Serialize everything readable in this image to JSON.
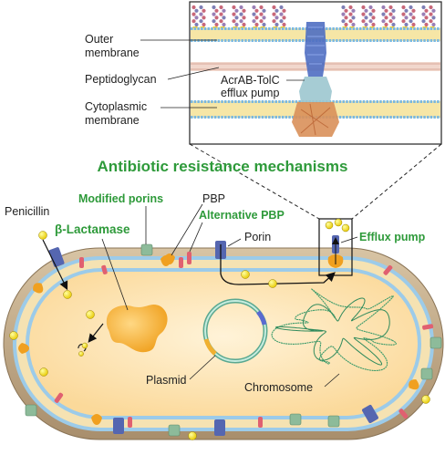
{
  "title": "Antibiotic resistance mechanisms",
  "inset": {
    "labels": {
      "outer_membrane": [
        "Outer",
        "membrane"
      ],
      "peptidoglycan": "Peptidoglycan",
      "cytoplasmic_membrane": [
        "Cytoplasmic",
        "membrane"
      ],
      "pump": [
        "AcrAB-TolC",
        "efflux pump"
      ]
    }
  },
  "cell": {
    "labels": {
      "penicillin": "Penicillin",
      "pbp": "PBP",
      "porin": "Porin",
      "plasmid": "Plasmid",
      "chromosome": "Chromosome"
    },
    "mechanisms": {
      "modified_porins": "Modified porins",
      "alternative_pbp": "Alternative PBP",
      "beta_lactamase": "β-Lactamase",
      "efflux_pump": "Efflux pump"
    }
  },
  "colors": {
    "mechanism_text": "#2e9a3a",
    "cell_wall": "#c5ad8a",
    "cytoplasm": "#fde8c0",
    "membrane": "#8fc6ea",
    "porin": "#5566b0",
    "pbp": "#f0a020",
    "alt_pbp": "#e06070",
    "antibiotic": "#f5e000",
    "lactamase": "#f6b43a",
    "plasmid_ring": "#7fc8b0",
    "chromosome": "#3a9a6a"
  }
}
